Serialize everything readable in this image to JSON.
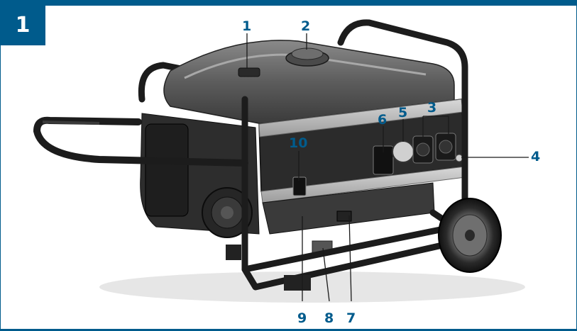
{
  "figure": {
    "number": "1",
    "accent_color": "#005b8c"
  },
  "callouts": [
    {
      "label": "1"
    },
    {
      "label": "2"
    },
    {
      "label": "3"
    },
    {
      "label": "4"
    },
    {
      "label": "5"
    },
    {
      "label": "6"
    },
    {
      "label": "7"
    },
    {
      "label": "8"
    },
    {
      "label": "9"
    },
    {
      "label": "10"
    }
  ]
}
